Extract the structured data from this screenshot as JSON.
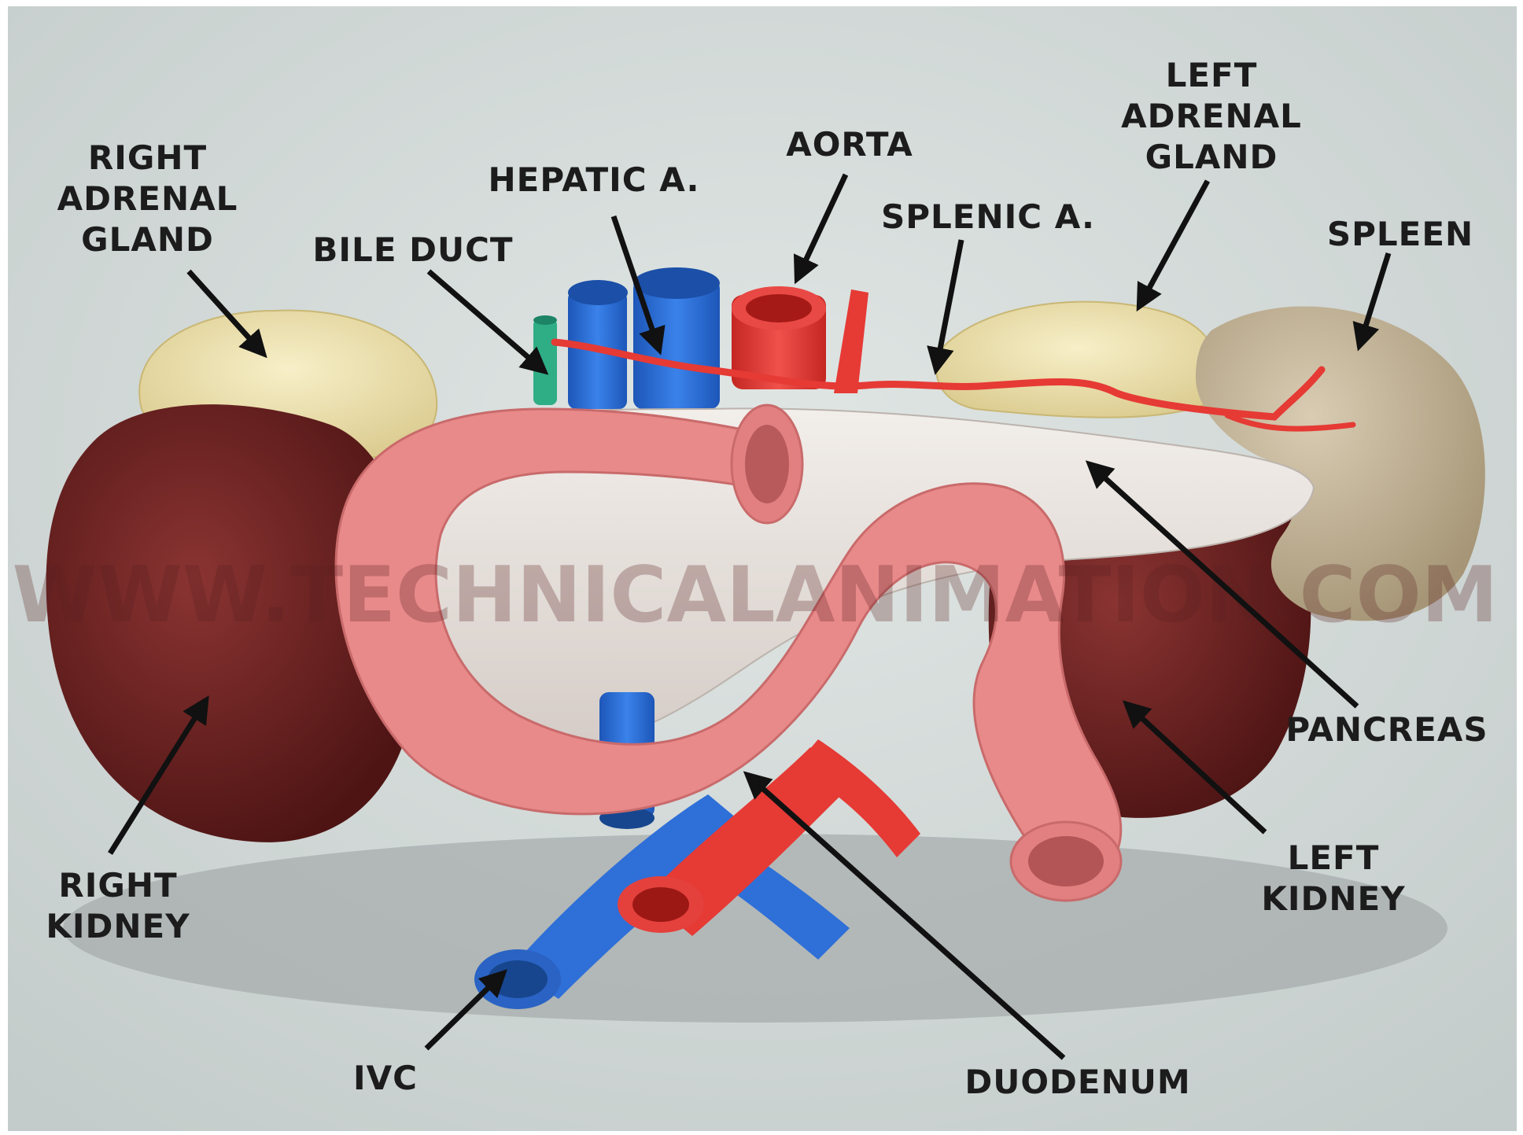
{
  "labels": {
    "right_adrenal_gland": [
      "RIGHT",
      "ADRENAL",
      "GLAND"
    ],
    "bile_duct": "BILE DUCT",
    "hepatic_a": "HEPATIC A.",
    "aorta": "AORTA",
    "splenic_a": "SPLENIC A.",
    "left_adrenal_gland": [
      "LEFT",
      "ADRENAL",
      "GLAND"
    ],
    "spleen": "SPLEEN",
    "pancreas": "PANCREAS",
    "left_kidney": [
      "LEFT",
      "KIDNEY"
    ],
    "right_kidney": [
      "RIGHT",
      "KIDNEY"
    ],
    "ivc": "IVC",
    "duodenum": "DUODENUM"
  },
  "watermark": "WWW.TECHNICALANIMATION.COM",
  "colors": {
    "background": "#cfd6d4",
    "kidney": "#6a1f1f",
    "adrenal": "#eee3b0",
    "pancreas": "#e8e2de",
    "duodenum": "#e8898a",
    "vein": "#2f6fd8",
    "artery": "#e63a35",
    "bile_duct": "#2fae86",
    "spleen": "#c2b49a"
  }
}
